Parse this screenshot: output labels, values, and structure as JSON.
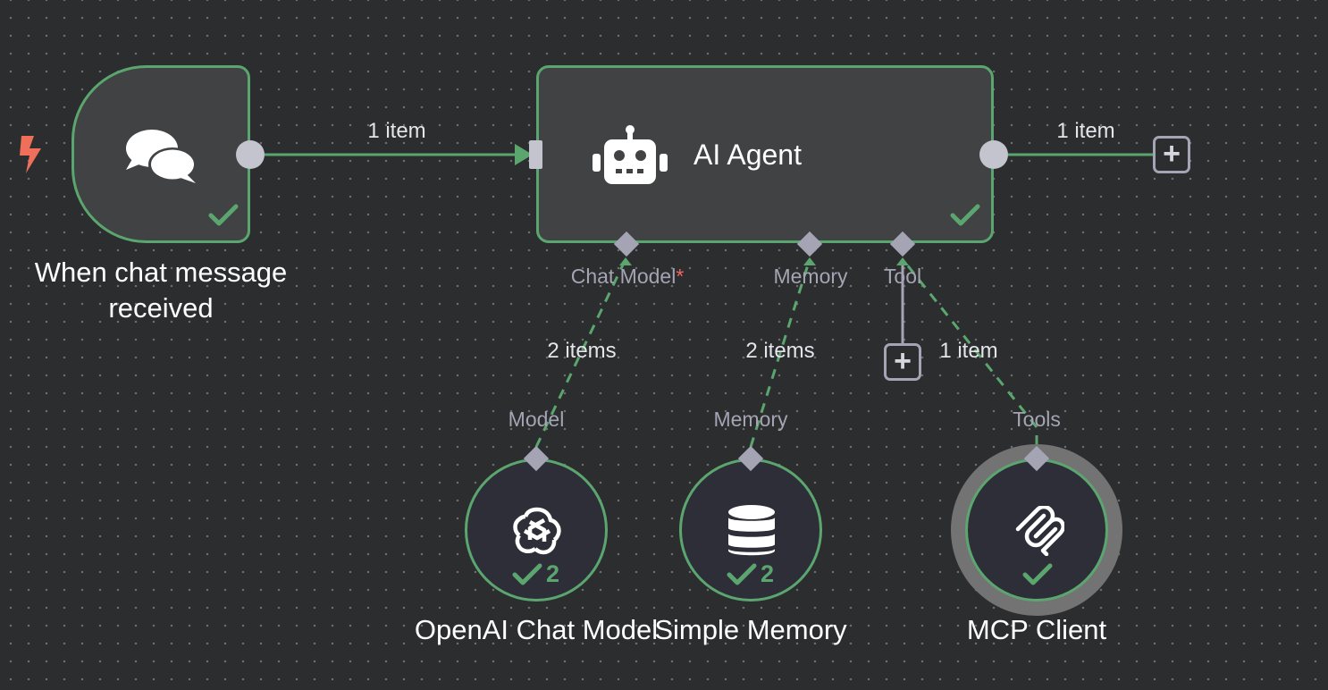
{
  "nodes": {
    "trigger": {
      "title_line1": "When chat message",
      "title_line2": "received",
      "icon": "chat-bubbles-icon",
      "status": "success"
    },
    "agent": {
      "title": "AI Agent",
      "icon": "robot-icon",
      "status": "success"
    },
    "openai": {
      "title": "OpenAI Chat Model",
      "icon": "openai-icon",
      "run_count": "2",
      "status": "success"
    },
    "memory": {
      "title": "Simple Memory",
      "icon": "database-icon",
      "run_count": "2",
      "status": "success"
    },
    "mcp": {
      "title": "MCP Client",
      "icon": "mcp-icon",
      "status": "success",
      "selected": true
    }
  },
  "edges": {
    "trigger_to_agent": "1 item",
    "agent_output": "1 item",
    "model_link": "2 items",
    "memory_link": "2 items",
    "tool_link": "1 item"
  },
  "handles": {
    "agent_chat_model": "Chat Model",
    "agent_chat_model_required": "*",
    "agent_memory": "Memory",
    "agent_tool": "Tool",
    "openai_output": "Model",
    "memory_output": "Memory",
    "mcp_output": "Tools"
  },
  "add_button_symbol": "+",
  "colors": {
    "canvas": "#2c2d2e",
    "node_fill": "#414244",
    "sub_node_fill": "#2e2e38",
    "success_green": "#5ba66f",
    "handle_gray": "#c4c4ce",
    "label_gray": "#a4a4b4",
    "trigger_bolt": "#ef6f5a",
    "required_red": "#f06565"
  }
}
